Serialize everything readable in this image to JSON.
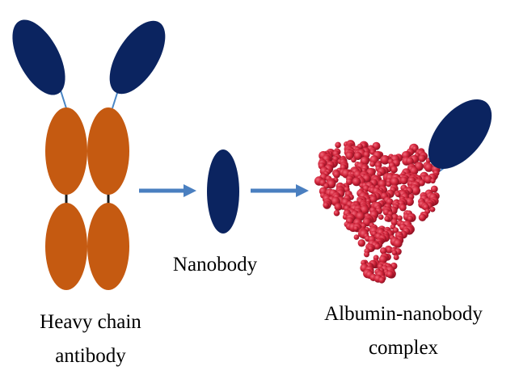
{
  "labels": {
    "heavy_chain_line1": "Heavy chain",
    "heavy_chain_line2": "antibody",
    "nanobody": "Nanobody",
    "complex_line1": "Albumin-nanobody",
    "complex_line2": "complex"
  },
  "colors": {
    "variable_domain": "#0b2460",
    "constant_domain": "#c55a11",
    "hinge": "#1a1a1a",
    "linker": "#4a86c5",
    "arrow": "#4a7fc0",
    "albumin": "#d0243a"
  }
}
